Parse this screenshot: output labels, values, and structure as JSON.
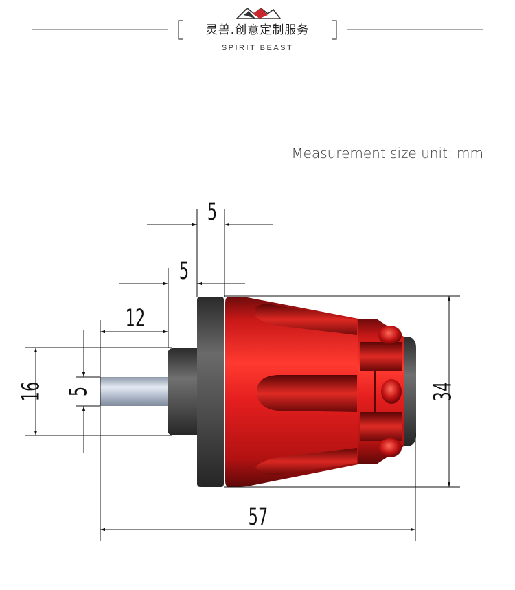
{
  "brand": {
    "chinese_name": "灵兽.创意定制服务",
    "english_name": "SPIRIT BEAST",
    "logo_icon": "mountain-logo-icon",
    "accent_color": "#c8282d"
  },
  "unit_note": "Measurement size unit: mm",
  "dimensions": {
    "top_5a": "5",
    "top_5b": "5",
    "shaft_12": "12",
    "height_16": "16",
    "shaft_5": "5",
    "height_34": "34",
    "length_57": "57"
  },
  "colors": {
    "body_red": "#d81c1c",
    "dark_red": "#7a0c0c",
    "collar_gray": "#4a4a4a",
    "shaft_silver": "#b9c4d4"
  }
}
